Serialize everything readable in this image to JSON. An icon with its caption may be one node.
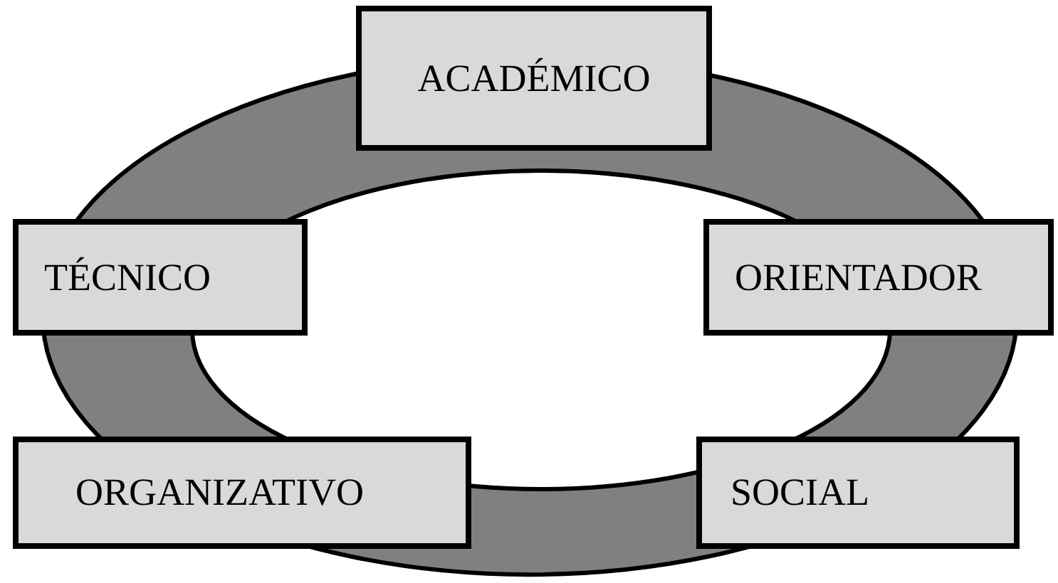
{
  "diagram": {
    "nodes": [
      {
        "text": [
          "ACADÉMICO"
        ]
      },
      {
        "text": [
          "TÉCNICO"
        ]
      },
      {
        "text": [
          "ORIENTADOR"
        ]
      },
      {
        "text": [
          "ORGANIZATIVO"
        ]
      },
      {
        "text": [
          "SOCIAL"
        ]
      }
    ]
  }
}
